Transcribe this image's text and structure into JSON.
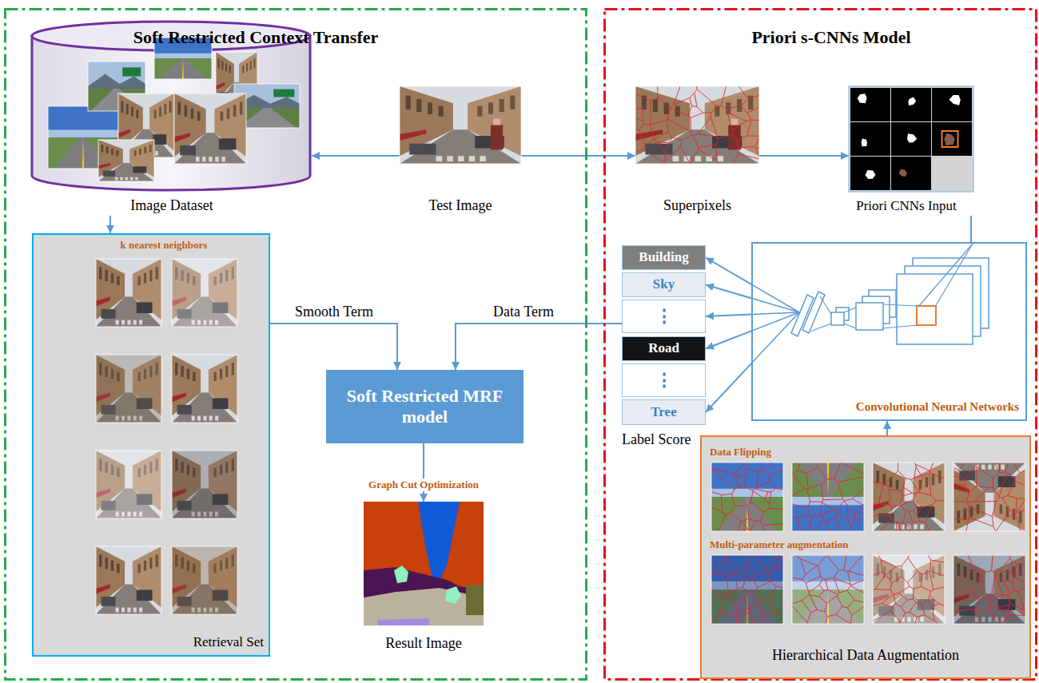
{
  "diagram": {
    "nodes": [
      {
        "text": [
          "Soft Restricted Context Transfer"
        ]
      },
      {
        "text": [
          "Image Dataset"
        ],
        "in": 0
      },
      {
        "text": [
          "Test Image"
        ],
        "in": 0
      },
      {
        "text": [
          "k nearest neighbors",
          "Retrieval Set"
        ],
        "in": 0
      },
      {
        "text": [
          "Soft Restricted MRF model"
        ],
        "in": 0
      },
      {
        "text": [
          "Result Image"
        ],
        "in": 0
      },
      {
        "text": [
          "Priori s-CNNs Model"
        ]
      },
      {
        "text": [
          "Superpixels"
        ],
        "in": 6
      },
      {
        "text": [
          "Priori CNNs Input"
        ],
        "in": 6
      },
      {
        "text": [
          "Label Score"
        ],
        "in": 6
      },
      {
        "text": [
          "Building"
        ],
        "in": 9
      },
      {
        "text": [
          "Sky"
        ],
        "in": 9
      },
      {
        "text": [
          "⋮"
        ],
        "in": 9
      },
      {
        "text": [
          "Road"
        ],
        "in": 9
      },
      {
        "text": [
          "⋮"
        ],
        "in": 9
      },
      {
        "text": [
          "Tree"
        ],
        "in": 9
      },
      {
        "text": [
          "Convolutional Neural Networks"
        ],
        "in": 6
      },
      {
        "text": [
          "Data Flipping",
          "Multi-parameter augmentation",
          "Hierarchical Data Augmentation"
        ],
        "in": 6
      }
    ],
    "edges": [
      {
        "from": 2,
        "to": 1,
        "arrow": "to"
      },
      {
        "from": 2,
        "to": 7,
        "arrow": "to"
      },
      {
        "from": 7,
        "to": 8,
        "arrow": "to"
      },
      {
        "from": 1,
        "to": 3,
        "arrow": "to"
      },
      {
        "from": 3,
        "to": 4,
        "label": "Smooth Term",
        "arrow": "to"
      },
      {
        "from": 9,
        "to": 4,
        "label": "Data Term",
        "arrow": "to"
      },
      {
        "from": 4,
        "to": 5,
        "label": "Graph Cut Optimization",
        "arrow": "to"
      },
      {
        "from": 16,
        "to": 10,
        "arrow": "to"
      },
      {
        "from": 16,
        "to": 11,
        "arrow": "to"
      },
      {
        "from": 16,
        "to": 12,
        "arrow": "to"
      },
      {
        "from": 16,
        "to": 13,
        "arrow": "to"
      },
      {
        "from": 16,
        "to": 15,
        "arrow": "to"
      },
      {
        "from": 8,
        "to": 16,
        "arrow": "none"
      },
      {
        "from": 17,
        "to": 16,
        "arrow": "to"
      }
    ]
  }
}
